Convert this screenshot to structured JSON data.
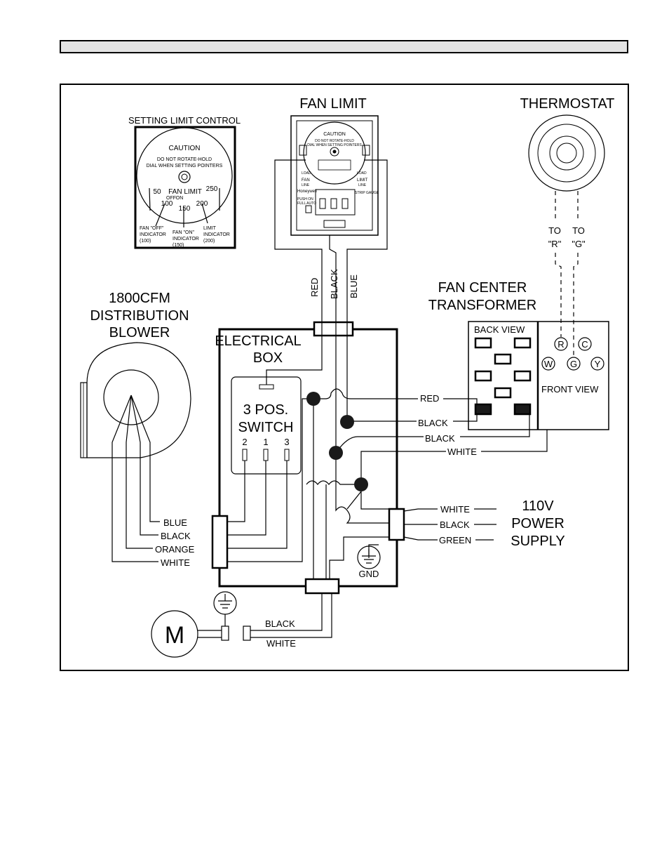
{
  "components": {
    "setting_limit_control": {
      "title": "SETTING LIMIT CONTROL",
      "caution": "CAUTION",
      "caution_line1": "DO NOT ROTATE-HOLD",
      "caution_line2": "DIAL WHEN SETTING POINTERS",
      "dial_label": "FAN LIMIT",
      "dial_off": "OFF",
      "dial_on": "ON",
      "scale_50": "50",
      "scale_100": "100",
      "scale_150": "150",
      "scale_200": "200",
      "scale_250": "250",
      "fan_off_1": "FAN \"OFF\"",
      "fan_off_2": "INDICATOR",
      "fan_off_3": "(100)",
      "fan_on_1": "FAN \"ON\"",
      "fan_on_2": "INDICATOR",
      "fan_on_3": "(150)",
      "limit_1": "LIMIT",
      "limit_2": "INDICATOR",
      "limit_3": "(200)"
    },
    "fan_limit": {
      "title": "FAN LIMIT",
      "caution": "CAUTION",
      "caution_line1": "DO NOT ROTATE-HOLD",
      "caution_line2": "DIAL WHEN SETTING POINTERS",
      "load_left": "LOAD",
      "load_right": "LOAD",
      "fan": "FAN",
      "line_left": "LINE",
      "limit": "LIMIT",
      "line_right": "LINE",
      "brand": "Honeywell",
      "push_on": "PUSH ON",
      "full_auto": "FULL AUTO",
      "strip_gauge": "STRIP GAUGE"
    },
    "thermostat": {
      "title": "THERMOSTAT",
      "to_r_1": "TO",
      "to_r_2": "\"R\"",
      "to_g_1": "TO",
      "to_g_2": "\"G\""
    },
    "blower": {
      "line1": "1800CFM",
      "line2": "DISTRIBUTION",
      "line3": "BLOWER"
    },
    "electrical_box": {
      "line1": "ELECTRICAL",
      "line2": "BOX"
    },
    "switch": {
      "line1": "3 POS.",
      "line2": "SWITCH",
      "pos_2": "2",
      "pos_1": "1",
      "pos_3": "3"
    },
    "transformer": {
      "line1": "FAN CENTER",
      "line2": "TRANSFORMER",
      "back_view": "BACK VIEW",
      "front_view": "FRONT VIEW",
      "term_r": "R",
      "term_c": "C",
      "term_w": "W",
      "term_g": "G",
      "term_y": "Y"
    },
    "power": {
      "line1": "110V",
      "line2": "POWER",
      "line3": "SUPPLY",
      "gnd": "GND"
    },
    "motor": {
      "label": "M"
    }
  },
  "wires": {
    "fan_limit_red": "RED",
    "fan_limit_black": "BLACK",
    "fan_limit_blue": "BLUE",
    "trans_red": "RED",
    "trans_black_1": "BLACK",
    "trans_black_2": "BLACK",
    "trans_white": "WHITE",
    "blower_blue": "BLUE",
    "blower_black": "BLACK",
    "blower_orange": "ORANGE",
    "blower_white": "WHITE",
    "power_white": "WHITE",
    "power_black": "BLACK",
    "power_green": "GREEN",
    "motor_black": "BLACK",
    "motor_white": "WHITE"
  }
}
